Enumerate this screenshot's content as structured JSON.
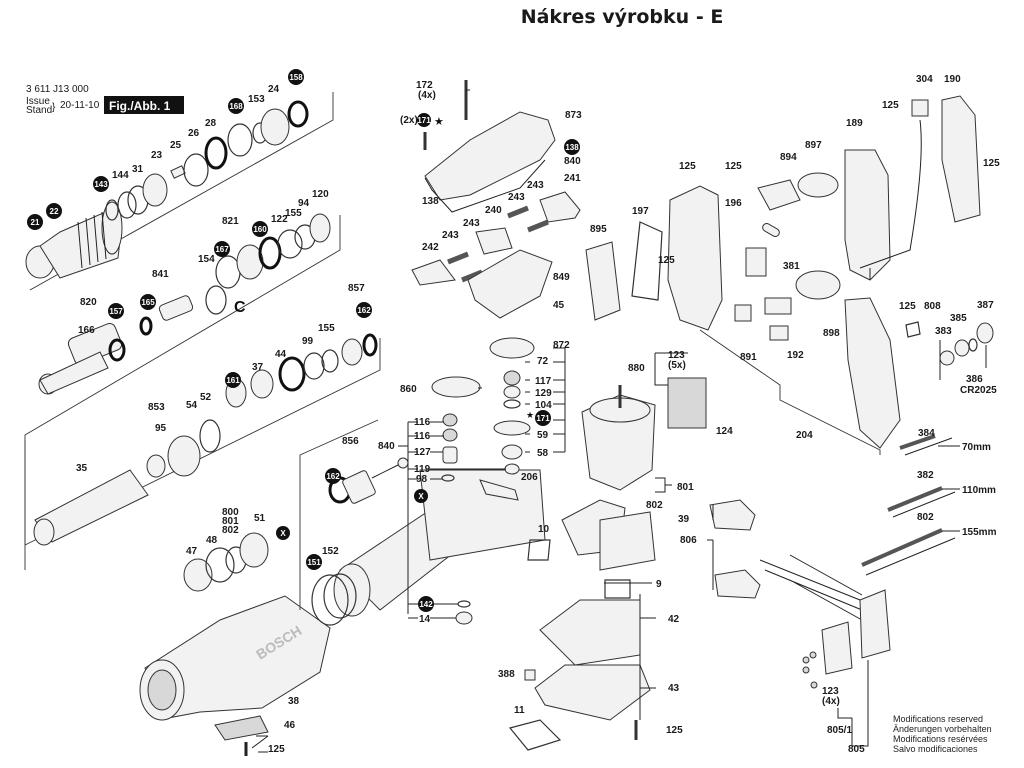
{
  "title": "Nákres výrobku - E",
  "header": {
    "part_number": "3 611 J13 000",
    "issue_label_1": "Issue",
    "issue_label_2": "Stand",
    "issue_date": "20-11-10",
    "figure_label": "Fig./Abb. 1"
  },
  "notes": [
    "Modifications reserved",
    "Änderungen vorbehalten",
    "Modifications resérvées",
    "Salvo modificaciones"
  ],
  "cable_lengths": {
    "c384": "70mm",
    "c382": "110mm",
    "c802": "155mm"
  },
  "labels": {
    "l21": "21",
    "l22": "22",
    "l143": "143",
    "l144": "144",
    "l31": "31",
    "l23": "23",
    "l25": "25",
    "l26": "26",
    "l28": "28",
    "l168": "168",
    "l153": "153",
    "l24": "24",
    "l158": "158",
    "l821": "821",
    "l167": "167",
    "l160": "160",
    "l122": "122",
    "l155a": "155",
    "l94": "94",
    "l120": "120",
    "l154": "154",
    "l841": "841",
    "l165": "165",
    "l820": "820",
    "l157": "157",
    "l166": "166",
    "l857": "857",
    "l162a": "162",
    "l155b": "155",
    "l99": "99",
    "l44": "44",
    "l37": "37",
    "l161": "161",
    "l853": "853",
    "l54": "54",
    "l52": "52",
    "l95": "95",
    "l35": "35",
    "l800": "800",
    "l801": "801",
    "l802a": "802",
    "l51": "51",
    "l48": "48",
    "l47": "47",
    "lX1": "X",
    "l38": "38",
    "l46": "46",
    "l125a": "125",
    "l172": "172",
    "l172q": "(4x)",
    "l171q": "(2x)",
    "l171a": "171",
    "l873": "873",
    "l138b": "138",
    "l840a": "840",
    "l138": "138",
    "l241": "241",
    "l243a": "243",
    "l243b": "243",
    "l243c": "243",
    "l243d": "243",
    "l240": "240",
    "l242": "242",
    "l849": "849",
    "l45": "45",
    "l895": "895",
    "l197": "197",
    "l125b": "125",
    "l872": "872",
    "l72": "72",
    "l117": "117",
    "l129": "129",
    "l104": "104",
    "l171b": "171",
    "l59": "59",
    "l58": "58",
    "l860": "860",
    "l840b": "840",
    "l116a": "116",
    "l116b": "116",
    "l127": "127",
    "l119": "119",
    "l98": "98",
    "lX2": "X",
    "l206": "206",
    "l856": "856",
    "l162b": "162",
    "l151": "151",
    "l152": "152",
    "l142": "142",
    "l14": "14",
    "l10": "10",
    "l9": "9",
    "l42": "42",
    "l39": "39",
    "l388": "388",
    "l43": "43",
    "l11": "11",
    "l125c": "125",
    "l880": "880",
    "l123a": "123",
    "l123aq": "(5x)",
    "l124": "124",
    "l802b": "802",
    "l125d": "125",
    "l125e": "125",
    "l196": "196",
    "l894": "894",
    "l897": "897",
    "l189": "189",
    "l125f": "125",
    "l304": "304",
    "l190": "190",
    "l125g": "125",
    "l381": "381",
    "l898": "898",
    "l891": "891",
    "l192": "192",
    "l204": "204",
    "l125h": "125",
    "l808": "808",
    "l387": "387",
    "l385": "385",
    "l383": "383",
    "l386": "386",
    "l386b": "CR2025",
    "l384": "384",
    "l382": "382",
    "l802c": "802",
    "l806": "806",
    "l123b": "123",
    "l123bq": "(4x)",
    "l805_1": "805/1",
    "l805": "805"
  }
}
